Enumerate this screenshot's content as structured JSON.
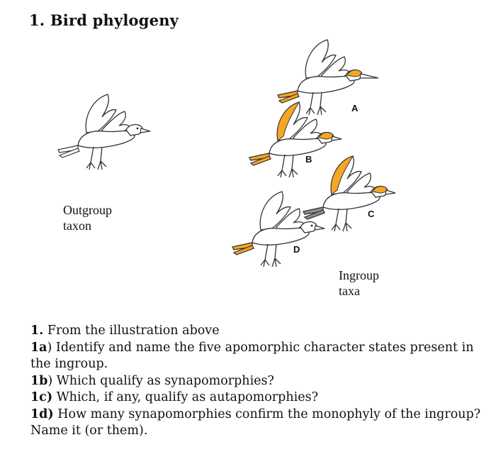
{
  "header": {
    "title": "1. Bird phylogeny"
  },
  "figure": {
    "outgroup_label_line1": "Outgroup",
    "outgroup_label_line2": "taxon",
    "ingroup_label_line1": "Ingroup",
    "ingroup_label_line2": "taxa",
    "taxa": [
      {
        "letter": "A"
      },
      {
        "letter": "B"
      },
      {
        "letter": "C"
      },
      {
        "letter": "D"
      }
    ],
    "colors": {
      "orange": "#f5a623",
      "gray": "#8a8d91",
      "outline": "#333333"
    }
  },
  "questions": {
    "intro_number": "1.",
    "intro_text": " From the illustration above",
    "q1a_number": "1a",
    "q1a_text": ") Identify and name the five apomorphic character states present in the ingroup.",
    "q1b_number": "1b",
    "q1b_text": ") Which qualify as synapomorphies?",
    "q1c_number": "1c)",
    "q1c_text": " Which, if any, qualify as autapomorphies?",
    "q1d_number": "1d)",
    "q1d_text": " How many synapomorphies confirm the monophyly of the ingroup? Name it (or them)."
  }
}
